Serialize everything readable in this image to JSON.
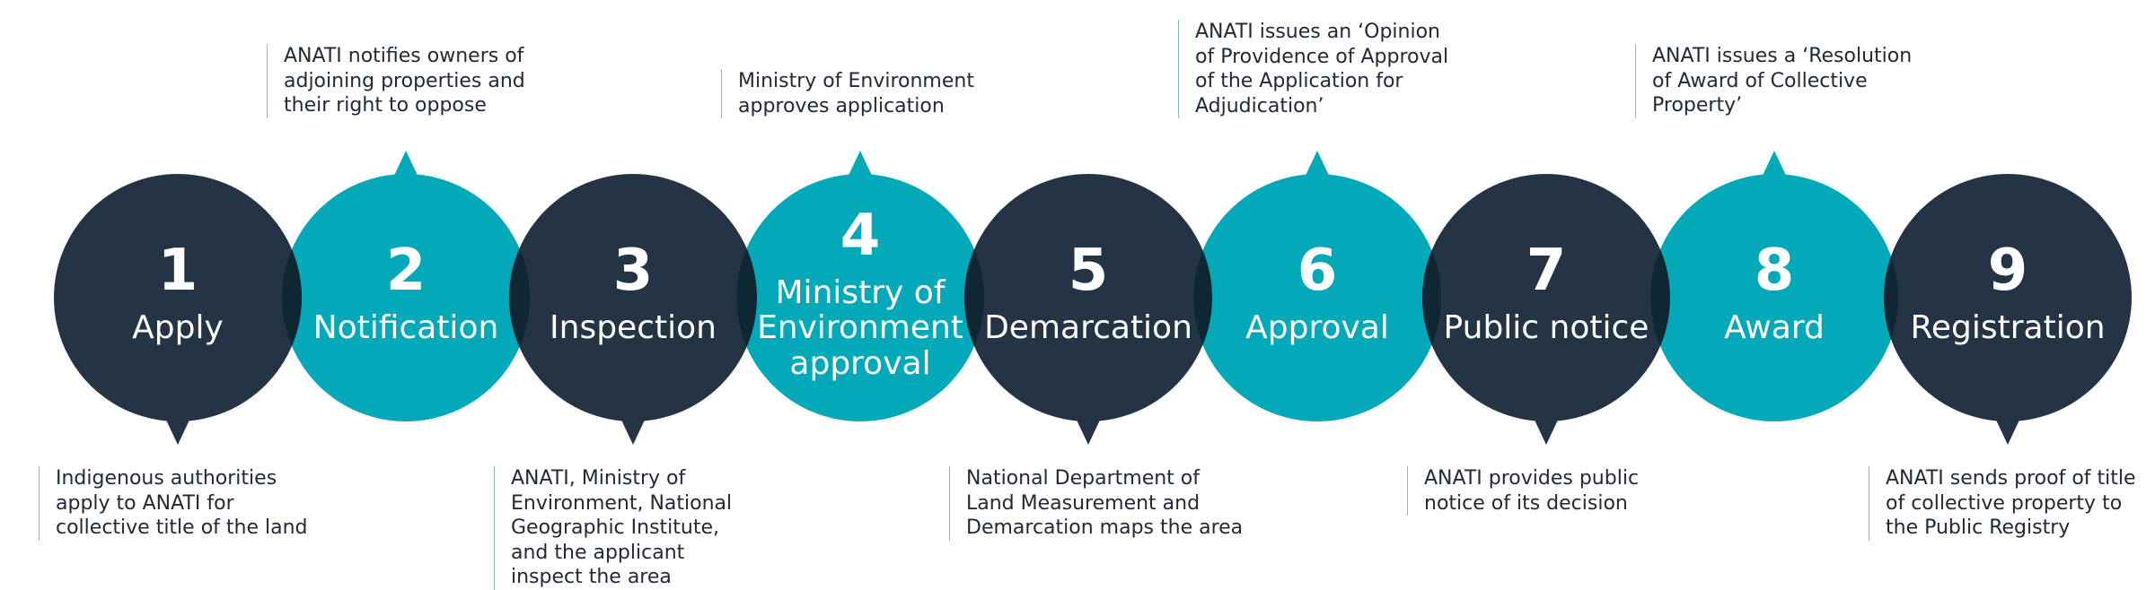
{
  "colors": {
    "dark": "#243444",
    "teal": "#03a9b9",
    "text": "#222a35",
    "rule": "#8fb8c2"
  },
  "steps": [
    {
      "number": "1",
      "title_lines": [
        "Apply"
      ],
      "color": "dark",
      "callout": "below",
      "description_lines": [
        "Indigenous authorities",
        "apply to ANATI for",
        "collective title of the land"
      ]
    },
    {
      "number": "2",
      "title_lines": [
        "Notification"
      ],
      "color": "teal",
      "callout": "above",
      "description_lines": [
        "ANATI notifies owners of",
        "adjoining properties and",
        "their right to oppose"
      ]
    },
    {
      "number": "3",
      "title_lines": [
        "Inspection"
      ],
      "color": "dark",
      "callout": "below",
      "description_lines": [
        "ANATI, Ministry of",
        "Environment, National",
        "Geographic Institute,",
        "and the applicant",
        "inspect the area"
      ]
    },
    {
      "number": "4",
      "title_lines": [
        "Ministry of",
        "Environment",
        "approval"
      ],
      "color": "teal",
      "callout": "above",
      "description_lines": [
        "Ministry of Environment",
        "approves application"
      ]
    },
    {
      "number": "5",
      "title_lines": [
        "Demarcation"
      ],
      "color": "dark",
      "callout": "below",
      "description_lines": [
        "National Department of",
        "Land Measurement and",
        "Demarcation maps the area"
      ]
    },
    {
      "number": "6",
      "title_lines": [
        "Approval"
      ],
      "color": "teal",
      "callout": "above",
      "description_lines": [
        "ANATI issues an ‘Opinion",
        "of Providence of Approval",
        "of the Application for",
        "Adjudication’"
      ]
    },
    {
      "number": "7",
      "title_lines": [
        "Public notice"
      ],
      "color": "dark",
      "callout": "below",
      "description_lines": [
        "ANATI provides public",
        "notice of its decision"
      ]
    },
    {
      "number": "8",
      "title_lines": [
        "Award"
      ],
      "color": "teal",
      "callout": "above",
      "description_lines": [
        "ANATI issues a ‘Resolution",
        "of Award of Collective",
        "Property’"
      ]
    },
    {
      "number": "9",
      "title_lines": [
        "Registration"
      ],
      "color": "dark",
      "callout": "below",
      "description_lines": [
        "ANATI sends proof of title",
        "of collective property to",
        "the Public Registry"
      ]
    }
  ]
}
